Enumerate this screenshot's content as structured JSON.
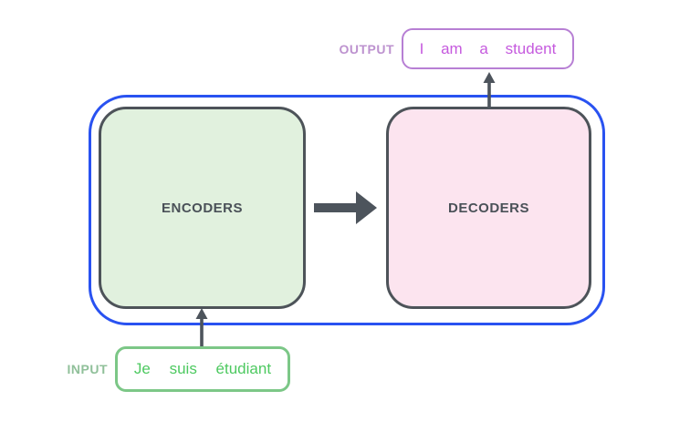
{
  "diagram": {
    "title_semantic": "transformer-encoder-decoder-overview",
    "blocks": {
      "encoders": {
        "label": "ENCODERS"
      },
      "decoders": {
        "label": "DECODERS"
      }
    },
    "output": {
      "label": "OUTPUT",
      "sentence": "I am a student"
    },
    "input": {
      "label": "INPUT",
      "sentence": "Je suis étudiant"
    },
    "arrows": [
      {
        "name": "input-to-encoders",
        "direction": "up"
      },
      {
        "name": "encoders-to-decoders",
        "direction": "right"
      },
      {
        "name": "decoders-to-output",
        "direction": "up"
      }
    ],
    "colors": {
      "container_border_blue": "#2952f1",
      "block_border_gray": "#4d5359",
      "block_label_gray": "#4a5158",
      "encoders_fill_green": "#e1f1de",
      "decoders_fill_pink": "#fce4ef",
      "arrow_gray": "#4d545c",
      "input_border_green": "#7cc787",
      "input_text_green": "#4dc960",
      "input_label_green": "#90c09a",
      "output_border_purple": "#b77fd4",
      "output_text_purple": "#c55ade",
      "output_label_purple": "#bd92cf",
      "background": "#ffffff"
    }
  }
}
